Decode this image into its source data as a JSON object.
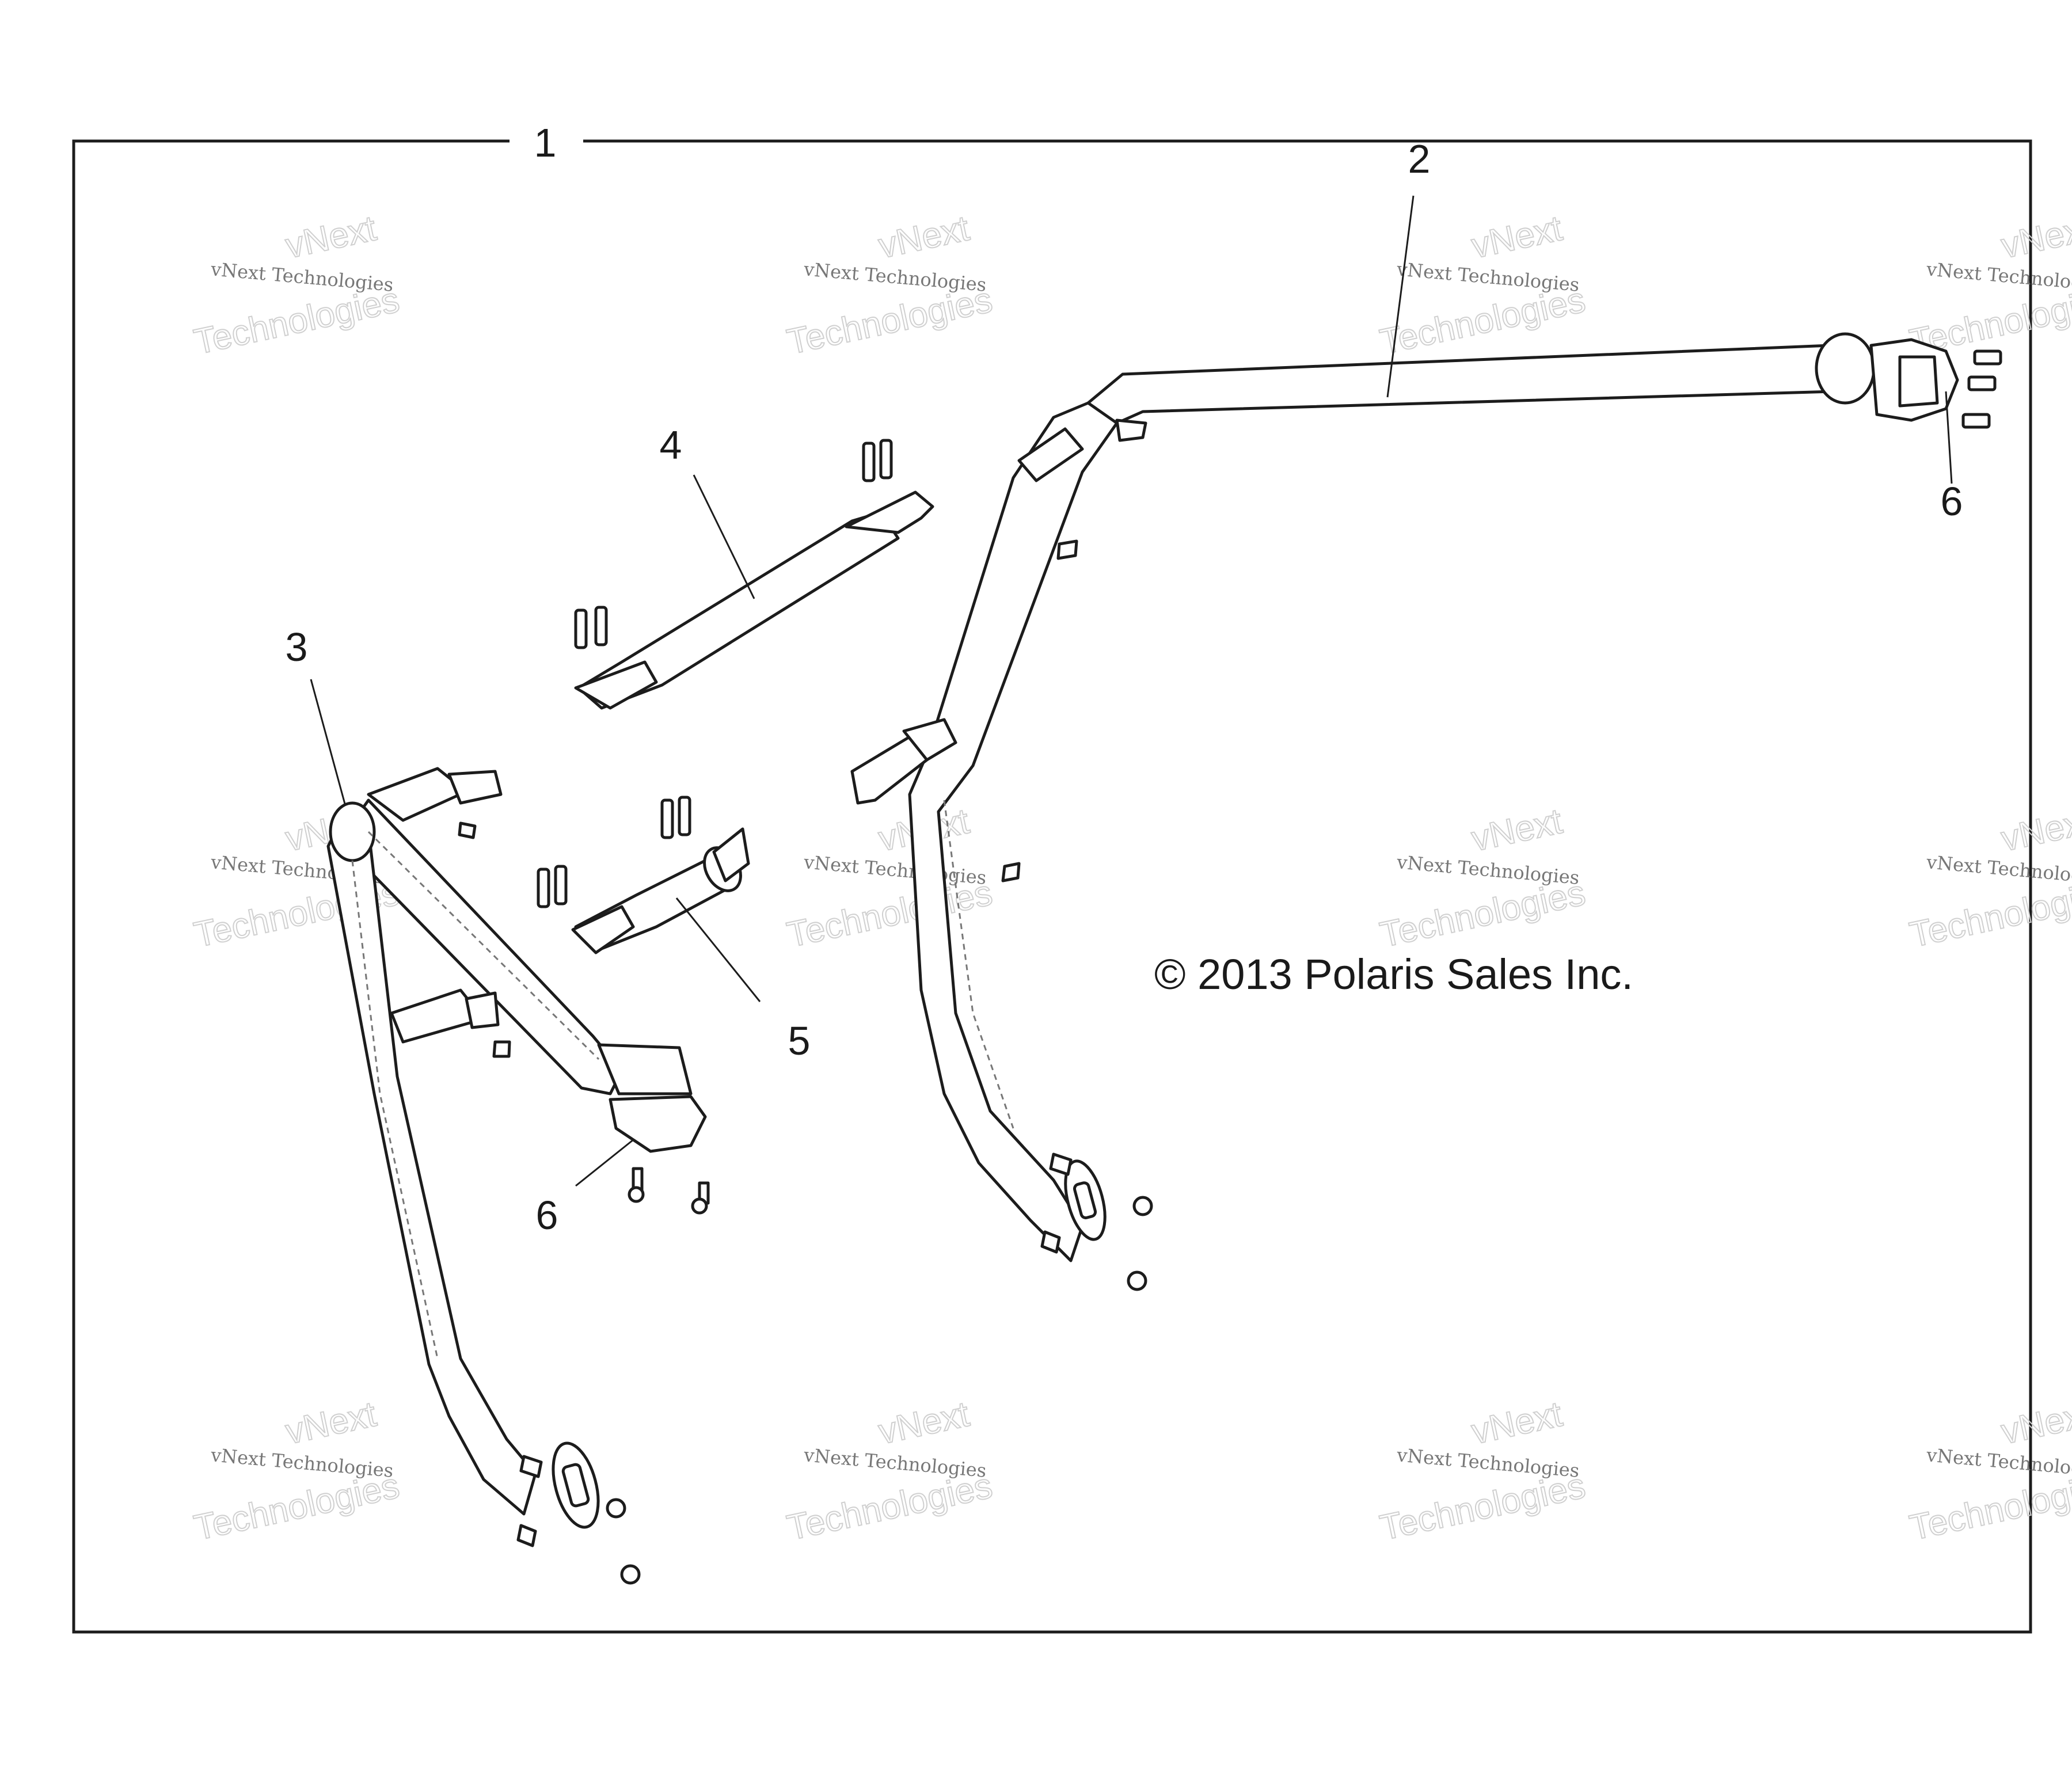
{
  "diagram": {
    "copyright": "© 2013 Polaris Sales Inc.",
    "callouts": {
      "assembly": "1",
      "upper_bar": "2",
      "front_hoop": "3",
      "cross_bar_upper": "4",
      "cross_bar_lower": "5",
      "clamp_right": "6",
      "clamp_left": "6"
    },
    "watermark": {
      "small": "vNext Technologies",
      "large_top": "vNext",
      "large_bottom": "Technologies"
    }
  }
}
